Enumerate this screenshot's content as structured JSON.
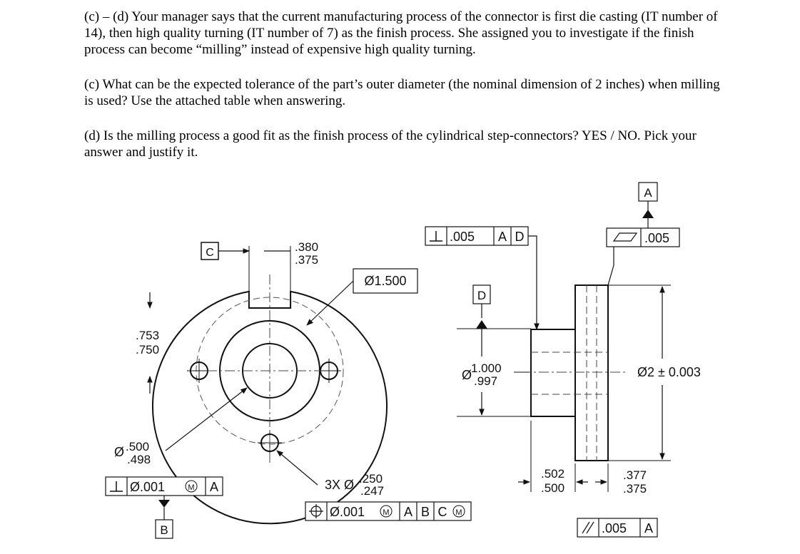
{
  "question": {
    "intro": "(c) – (d) Your manager says that the current manufacturing process of the connector is first die casting (IT number of 14), then high quality turning (IT number of 7) as the finish process. She assigned you to investigate if the finish process can become “milling” instead of expensive high quality turning.",
    "part_c": "(c) What can be the expected tolerance of the part’s outer diameter (the nominal dimension of 2 inches) when milling is used? Use the attached table when answering.",
    "part_d": "(d) Is the milling process a good fit as the finish process of the cylindrical step-connectors? YES / NO. Pick your answer and justify it."
  },
  "drawing": {
    "datum_a": "A",
    "datum_b": "B",
    "datum_c": "C",
    "datum_d": "D",
    "slot_width_upper": ".380",
    "slot_width_lower": ".375",
    "bore_diameter": "Ø1.500",
    "slot_depth_upper": ".753",
    "slot_depth_lower": ".750",
    "center_hole_prefix": "Ø",
    "center_hole_upper": ".500",
    "center_hole_lower": ".498",
    "bolt_hole_prefix": "3X Ø",
    "bolt_hole_upper": ".250",
    "bolt_hole_lower": ".247",
    "hub_prefix": "Ø",
    "hub_upper": "1.000",
    "hub_lower": ".997",
    "outer_diameter": "Ø2 ± 0.003",
    "flange_thickness_upper": ".377",
    "flange_thickness_lower": ".375",
    "hub_length_upper": ".502",
    "hub_length_lower": ".500",
    "fcf_perp_top": {
      "tolerance": ".005",
      "datum1": "A",
      "datum2": "D"
    },
    "fcf_flatness": {
      "tolerance": ".005"
    },
    "fcf_perp_left": {
      "tolerance": "Ø.001",
      "modifier": "M",
      "datum1": "A"
    },
    "fcf_position": {
      "tolerance": "Ø.001",
      "modifier": "M",
      "datum1": "A",
      "datum2": "B",
      "datum3": "C",
      "datum3_modifier": "M"
    },
    "fcf_parallel": {
      "tolerance": ".005",
      "datum1": "A"
    }
  }
}
